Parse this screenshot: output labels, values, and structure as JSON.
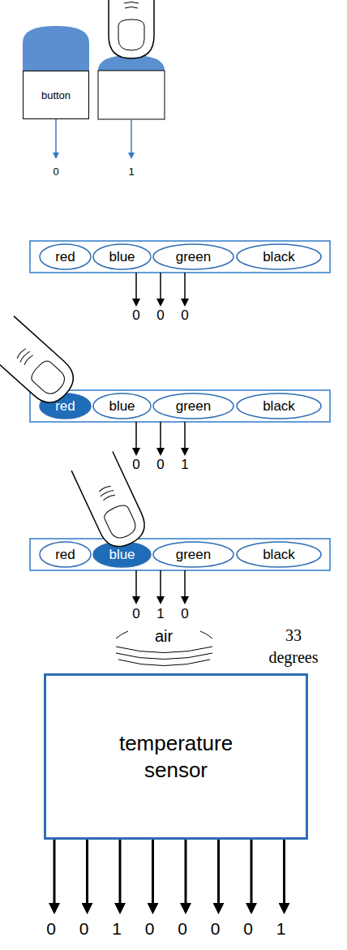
{
  "diagram": {
    "nodes": [
      {
        "text": [
          "button"
        ]
      },
      {
        "text": [
          "red"
        ]
      },
      {
        "text": [
          "blue"
        ]
      },
      {
        "text": [
          "green"
        ]
      },
      {
        "text": [
          "black"
        ]
      },
      {
        "text": [
          "red"
        ]
      },
      {
        "text": [
          "blue"
        ]
      },
      {
        "text": [
          "green"
        ]
      },
      {
        "text": [
          "black"
        ]
      },
      {
        "text": [
          "red"
        ]
      },
      {
        "text": [
          "blue"
        ]
      },
      {
        "text": [
          "green"
        ]
      },
      {
        "text": [
          "black"
        ]
      },
      {
        "text": [
          "temperature sensor"
        ]
      }
    ],
    "labels": [
      "0",
      "1",
      "0",
      "0",
      "0",
      "0",
      "0",
      "1",
      "0",
      "1",
      "0",
      "air",
      "33 degrees",
      "0",
      "0",
      "1",
      "0",
      "0",
      "0",
      "0",
      "1"
    ]
  }
}
